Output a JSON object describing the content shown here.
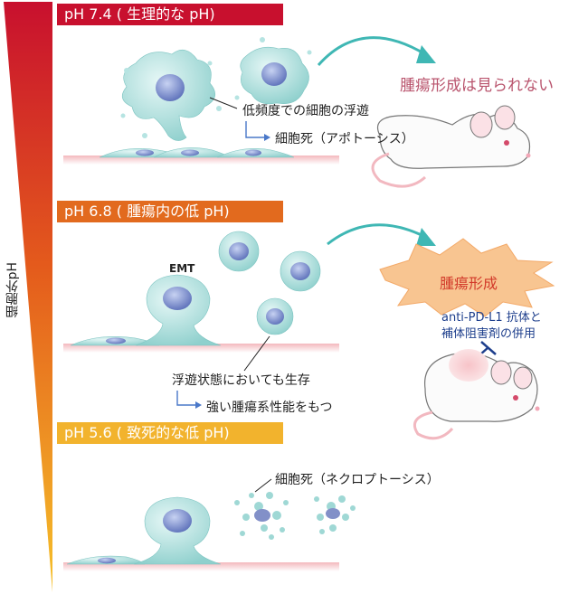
{
  "axis_label": "細胞外pH",
  "sections": [
    {
      "banner": "pH 7.4 ( 生理的な pH)",
      "color": "#c8102e"
    },
    {
      "banner": "pH 6.8 ( 腫瘍内の低 pH)",
      "color": "#e26a1e"
    },
    {
      "banner": "pH 5.6 ( 致死的な低 pH)",
      "color": "#f2b32d"
    }
  ],
  "labels": {
    "float_low": "低頻度での細胞の浮遊",
    "death_apoptosis": "細胞死（アポトーシス）",
    "no_tumor": "腫瘍形成は見られない",
    "emt": "EMT",
    "tumor": "腫瘍形成",
    "combo_line1": "anti-PD-L1 抗体と",
    "combo_line2": "補体阻害剤の併用",
    "survive_float": "浮遊状態においても生存",
    "strong_tumor": "強い腫瘍系性能をもつ",
    "death_necroptosis": "細胞死（ネクロプトーシス）"
  },
  "colors": {
    "cell_fill": "#b6e4e2",
    "nucleus": "#6b7fc6",
    "arrow": "#3fb7b4",
    "surface": "#f6c9c9",
    "burst": "#f8c591"
  }
}
